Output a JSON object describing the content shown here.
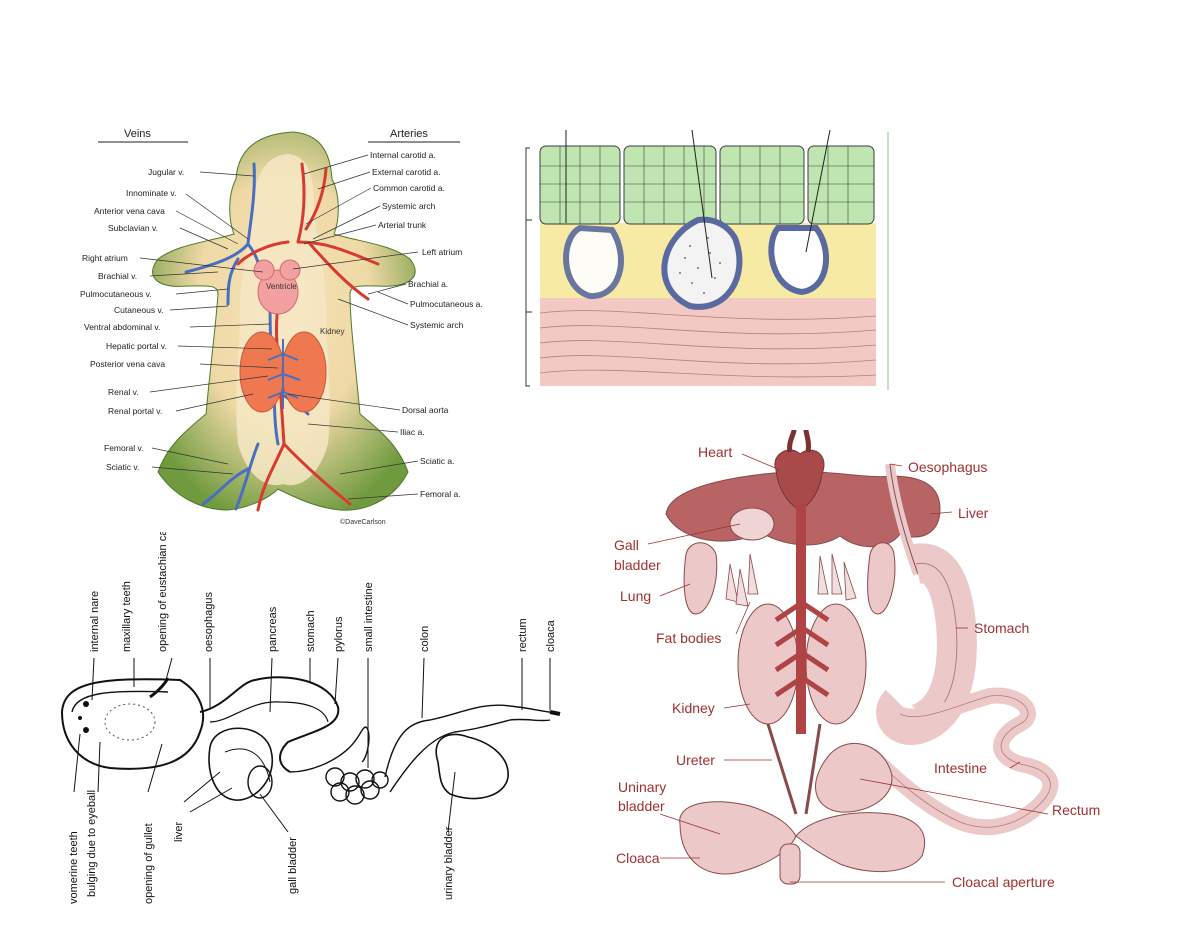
{
  "circulation": {
    "veins_header": "Veins",
    "arteries_header": "Arteries",
    "vein_labels": [
      "Jugular v.",
      "Innominate v.",
      "Anterior vena cava",
      "Subclavian v.",
      "Right atrium",
      "Brachial v.",
      "Pulmocutaneous v.",
      "Cutaneous v.",
      "Ventral abdominal v.",
      "Hepatic portal v.",
      "Posterior vena cava",
      "Renal v.",
      "Renal portal v.",
      "Femoral v.",
      "Sciatic v."
    ],
    "artery_labels": [
      "Internal carotid a.",
      "External carotid a.",
      "Common carotid a.",
      "Systemic arch",
      "Arterial trunk",
      "Left atrium",
      "Brachial a.",
      "Pulmocutaneous a.",
      "Systemic arch",
      "Dorsal aorta",
      "Iliac a.",
      "Sciatic a.",
      "Femoral a."
    ],
    "ventricle_label": "Ventricle",
    "kidney_label": "Kidney",
    "credit": "©DaveCarlson"
  },
  "digestive_bw": {
    "labels": [
      "vomerine teeth",
      "bulging due to eyeball",
      "opening of gullet",
      "liver",
      "internal nare",
      "maxillary teeth",
      "opening of eustachian canal",
      "oesophagus",
      "pancreas",
      "stomach",
      "pylorus",
      "gall bladder",
      "small intestine",
      "colon",
      "urinary bladder",
      "rectum",
      "cloaca"
    ]
  },
  "organs": {
    "labels": [
      "Heart",
      "Oesophagus",
      "Liver",
      "Gall bladder",
      "Lung",
      "Stomach",
      "Fat bodies",
      "Kidney",
      "Ureter",
      "Intestine",
      "Uninary bladder",
      "Rectum",
      "Cloaca",
      "Cloacal aperture"
    ],
    "colors": {
      "label": "#a03030",
      "organ_dark": "#b86464",
      "organ_light": "#ecc8c8",
      "outline": "#8a4a4a"
    }
  }
}
